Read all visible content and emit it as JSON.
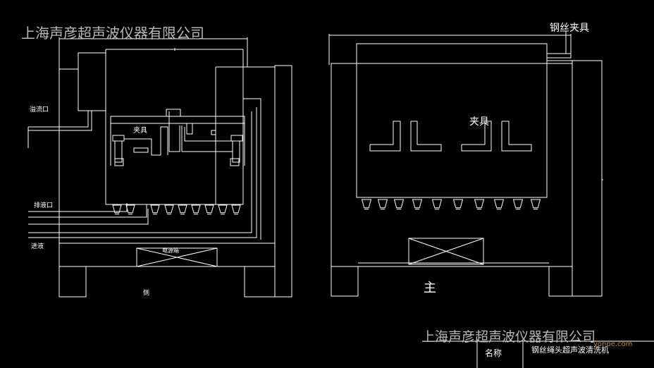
{
  "watermarks": {
    "top": "上海声彦超声波仪器有限公司",
    "bottom": "上海声彦超声波仪器有限公司",
    "site": "yonpe.com"
  },
  "labels": {
    "wire_clamp": "钢丝夹具",
    "clamp_left": "夹具",
    "clamp_right": "夹具",
    "overflow_port": "溢流口",
    "drain_port": "排液口",
    "inlet": "进液",
    "electric_box": "电源箱",
    "side": "侧",
    "main": "主"
  },
  "title_block": {
    "name_label": "名称",
    "name_value": "钢丝绳头超声波清洗机"
  },
  "colors": {
    "background": "#000000",
    "line": "#ffffff",
    "watermark": "#b8b8b8",
    "site_watermark": "#c9833a"
  }
}
